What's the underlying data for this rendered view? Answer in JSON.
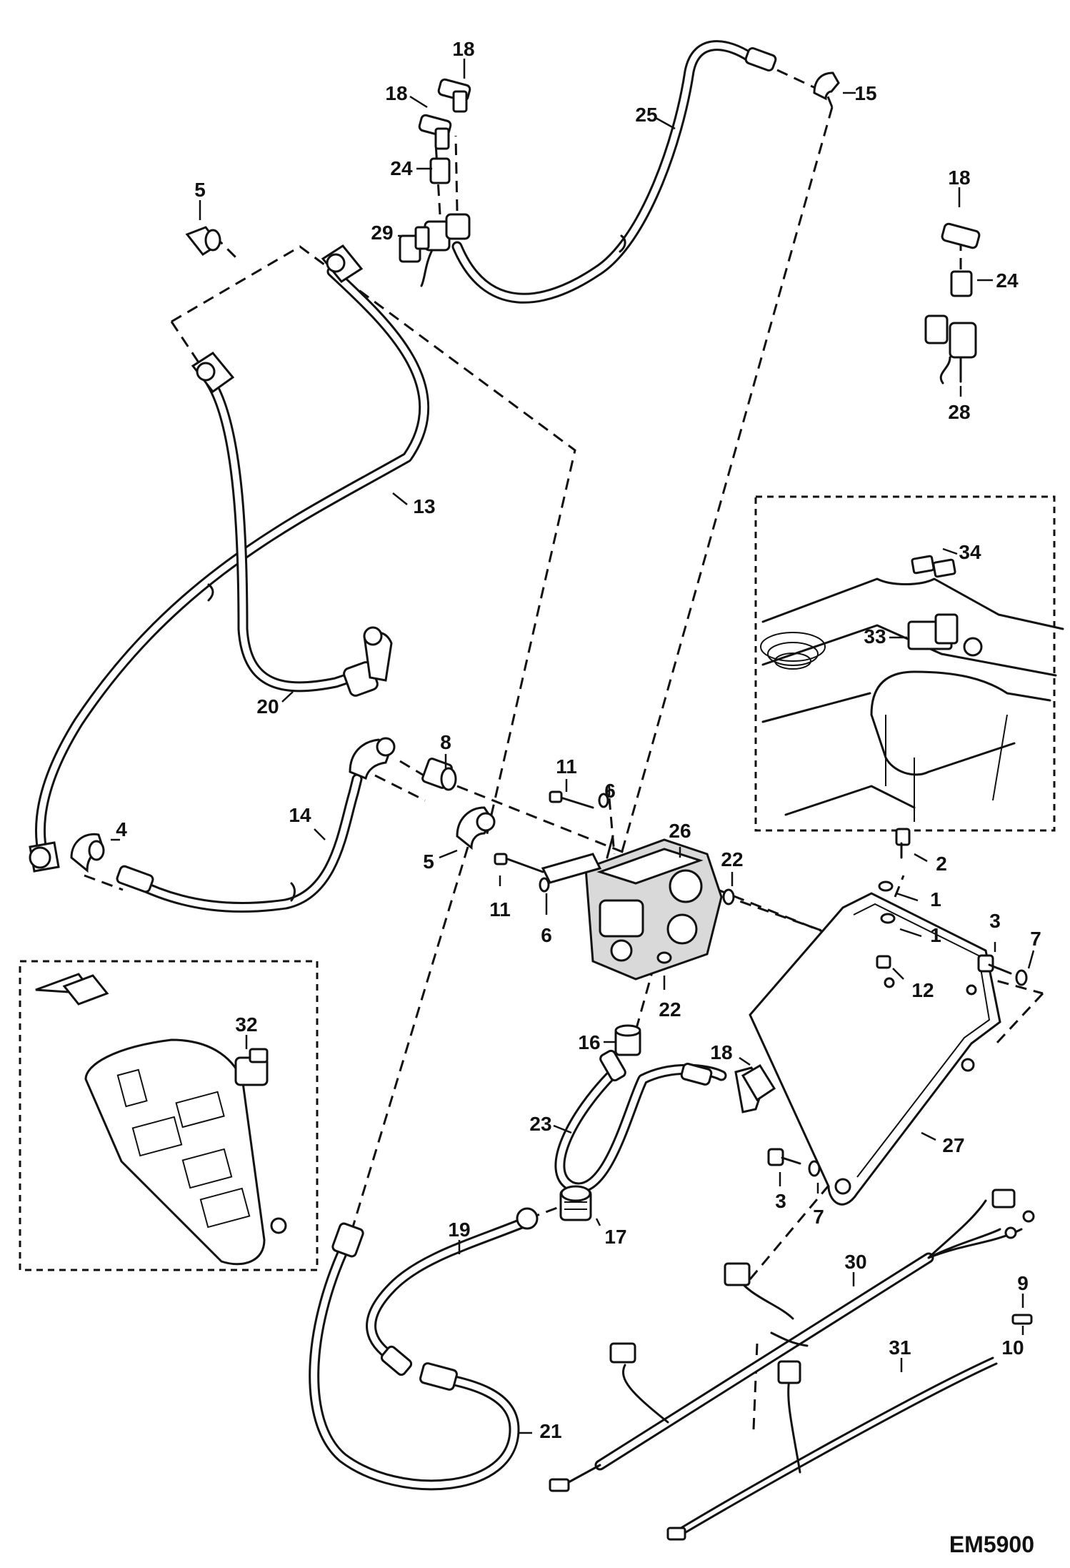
{
  "figure_id": "EM5900",
  "callouts": {
    "c1a": "1",
    "c1b": "1",
    "c2": "2",
    "c3a": "3",
    "c3b": "3",
    "c4": "4",
    "c5a": "5",
    "c5b": "5",
    "c6a": "6",
    "c6b": "6",
    "c7a": "7",
    "c7b": "7",
    "c8": "8",
    "c9": "9",
    "c10": "10",
    "c11a": "11",
    "c11b": "11",
    "c12": "12",
    "c13": "13",
    "c14": "14",
    "c15": "15",
    "c16": "16",
    "c17": "17",
    "c18a": "18",
    "c18b": "18",
    "c18c": "18",
    "c18d": "18",
    "c19": "19",
    "c20": "20",
    "c21": "21",
    "c22a": "22",
    "c22b": "22",
    "c23": "23",
    "c24a": "24",
    "c24b": "24",
    "c25": "25",
    "c26": "26",
    "c27": "27",
    "c28": "28",
    "c29": "29",
    "c30": "30",
    "c31": "31",
    "c32": "32",
    "c33": "33",
    "c34": "34"
  }
}
